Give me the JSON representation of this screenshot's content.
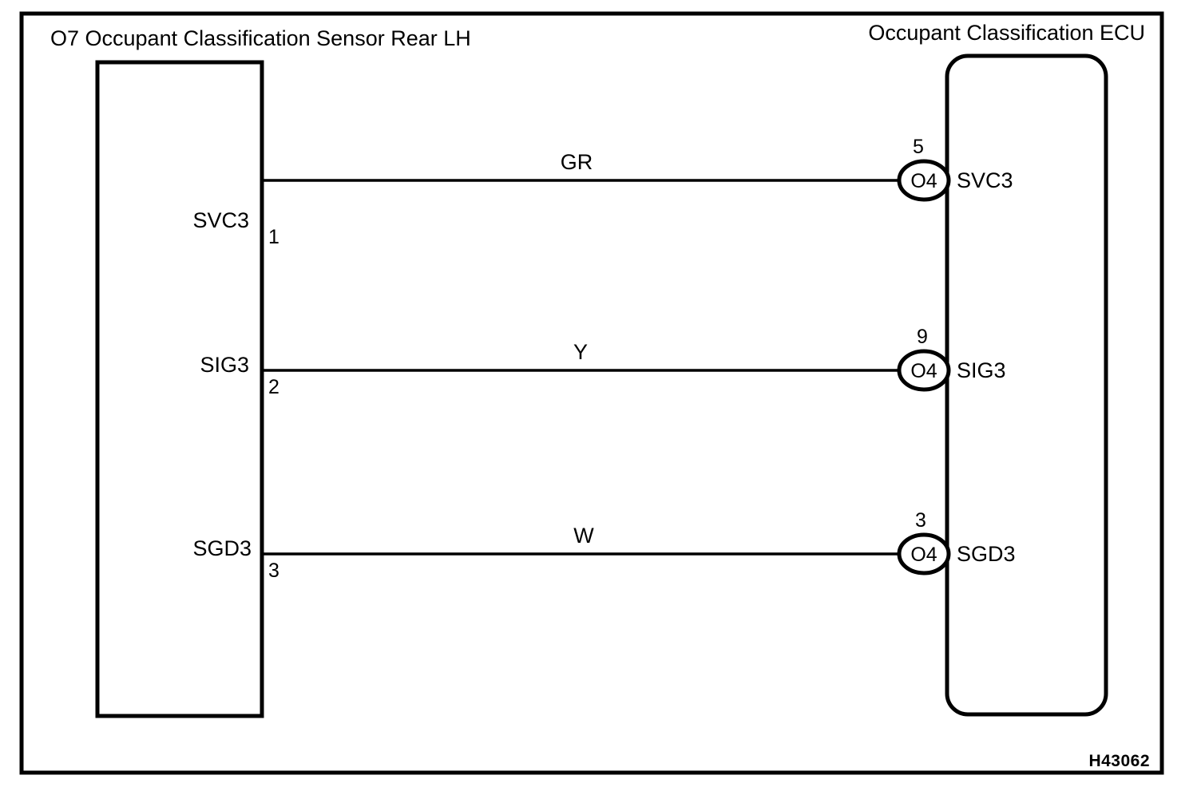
{
  "diagram": {
    "code": "H43062",
    "left_component": {
      "label": "O7 Occupant Classification Sensor Rear LH",
      "terminals": [
        {
          "name": "SVC3",
          "pin": "1"
        },
        {
          "name": "SIG3",
          "pin": "2"
        },
        {
          "name": "SGD3",
          "pin": "3"
        }
      ]
    },
    "right_component": {
      "label": "Occupant Classification ECU",
      "terminals": [
        {
          "name": "SVC3",
          "pin": "5",
          "connector": "O4"
        },
        {
          "name": "SIG3",
          "pin": "9",
          "connector": "O4"
        },
        {
          "name": "SGD3",
          "pin": "3",
          "connector": "O4"
        }
      ]
    },
    "wires": [
      {
        "color_code": "GR",
        "from": "SVC3",
        "to": "SVC3"
      },
      {
        "color_code": "Y",
        "from": "SIG3",
        "to": "SIG3"
      },
      {
        "color_code": "W",
        "from": "SGD3",
        "to": "SGD3"
      }
    ],
    "colors": {
      "line": "#000000",
      "background": "#ffffff"
    }
  }
}
